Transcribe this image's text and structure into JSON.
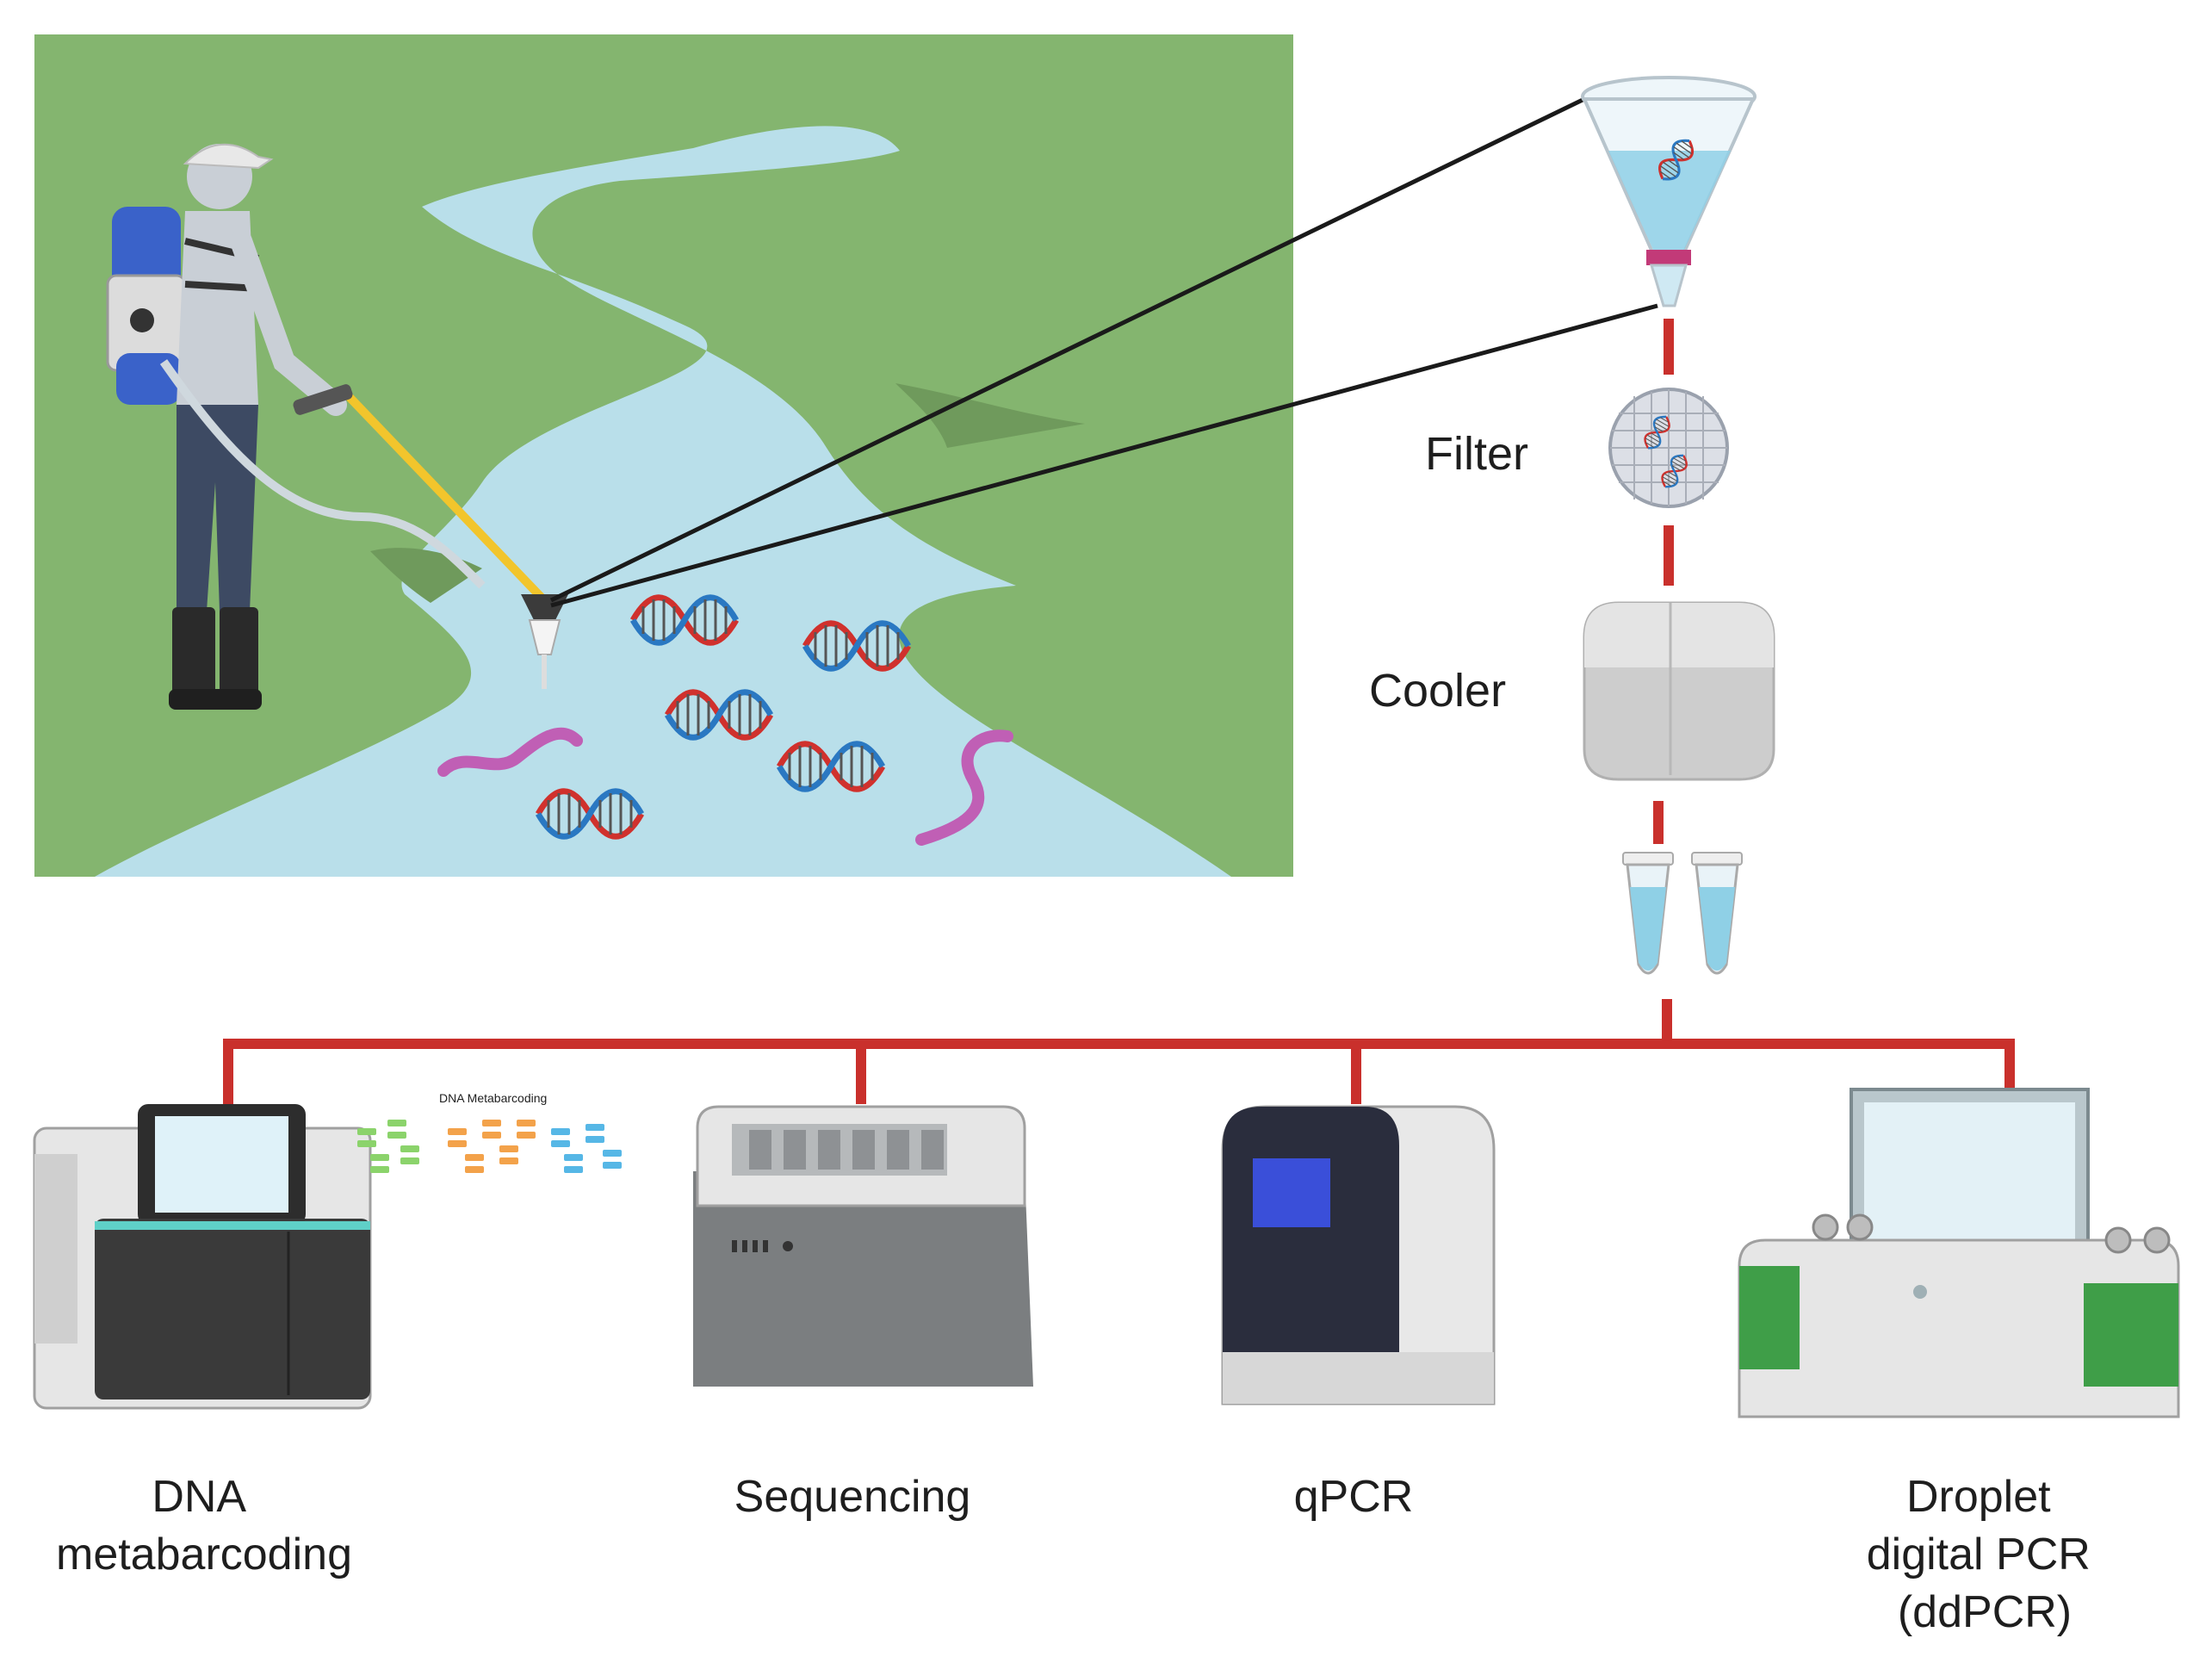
{
  "labels": {
    "filter": "Filter",
    "cooler": "Cooler",
    "metabarcoding_inset": "DNA Metabarcoding",
    "dna_metabarcoding": [
      "DNA",
      "metabarcoding"
    ],
    "sequencing": [
      "Sequencing"
    ],
    "qpcr": [
      "qPCR"
    ],
    "ddpcr": [
      "Droplet",
      "digital PCR",
      "(ddPCR)"
    ]
  },
  "colors": {
    "land": "#84b56f",
    "land_dark": "#6f9a5c",
    "river": "#b9dfea",
    "connector": "#c9302c",
    "dna_red": "#d0312d",
    "dna_blue": "#2a78c2",
    "worm": "#c05fb5",
    "line": "#1a1a1a"
  },
  "icons": [
    "person-with-backpack-sampler-icon",
    "filter-funnel-icon",
    "filter-membrane-icon",
    "cooler-box-icon",
    "sample-tubes-icon",
    "sequencer-instrument-icon",
    "sequencing-machine-icon",
    "qpcr-machine-icon",
    "ddpcr-machine-icon",
    "dna-helix-icon",
    "worm-icon"
  ]
}
